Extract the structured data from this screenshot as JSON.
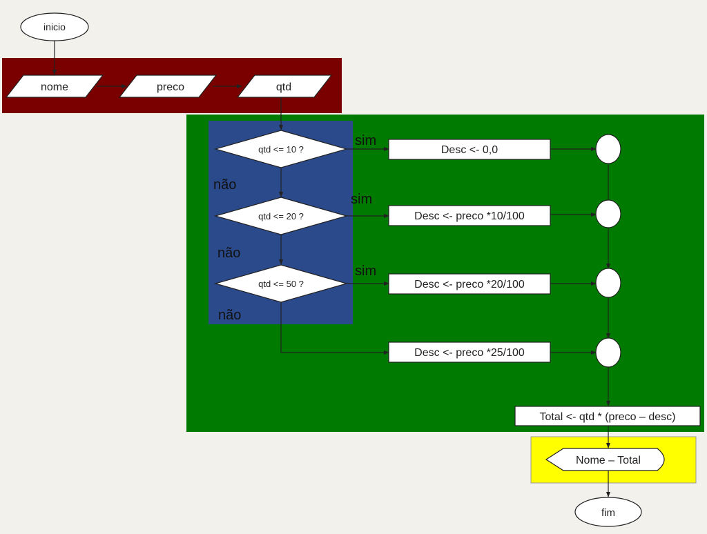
{
  "colors": {
    "background": "#f3f1ec",
    "input_band": "#7a0000",
    "process_band": "#007a00",
    "decision_band": "#2b4a8c",
    "output_band": "#ffff00",
    "shape_fill": "#ffffff",
    "stroke": "#222222"
  },
  "flowchart": {
    "start": "inicio",
    "end": "fim",
    "inputs": {
      "name": "nome",
      "price": "preco",
      "qty": "qtd"
    },
    "decisions": {
      "d1": "qtd <= 10 ?",
      "d2": "qtd <= 20 ?",
      "d3": "qtd <= 50 ?"
    },
    "branch_labels": {
      "yes1": "sim",
      "yes2": "sim",
      "yes3": "sim",
      "no1": "não",
      "no2": "não",
      "no3": "não"
    },
    "processes": {
      "p1": "Desc <- 0,0",
      "p2": "Desc <- preco *10/100",
      "p3": "Desc <- preco *20/100",
      "p4": "Desc <- preco *25/100"
    },
    "total": "Total <- qtd * (preco – desc)",
    "output": "Nome – Total"
  }
}
